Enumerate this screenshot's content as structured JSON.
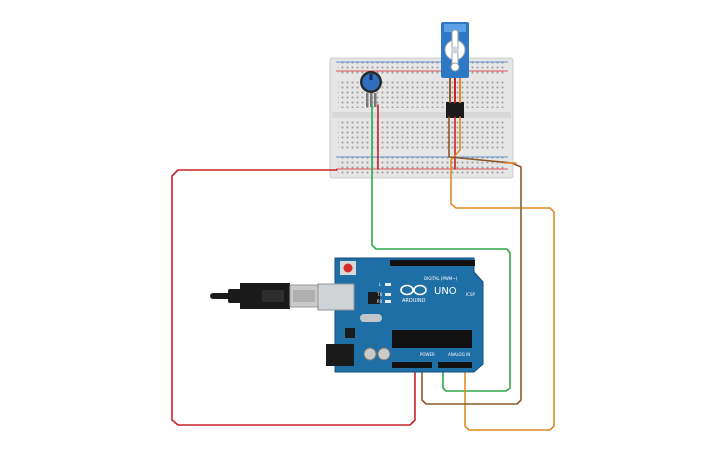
{
  "colors": {
    "background": "#ffffff",
    "breadboard": "#e6e6e6",
    "breadboard_hole": "#9a9a9a",
    "rail_red": "#d9262a",
    "rail_blue": "#3a7ac8",
    "arduino_pcb": "#1e6fa6",
    "servo_body": "#2f78c6",
    "wire_red": "#cc2229",
    "wire_green": "#2fa84a",
    "wire_orange": "#e28a25",
    "wire_brown": "#8b5a2b",
    "usb_cable": "#1a1a1a",
    "usb_plug": "#c9c9c9"
  },
  "arduino": {
    "logo_text": "ARDUINO",
    "model_text": "UNO",
    "digital_label": "DIGITAL (PWM~)",
    "power_label": "POWER",
    "analog_label": "ANALOG IN",
    "led_labels": [
      "L",
      "TX",
      "RX"
    ],
    "icsp_label": "ICSP"
  },
  "components": {
    "potentiometer": "potentiometer-icon",
    "servo": "servo-motor-icon",
    "usb": "usb-cable-icon",
    "reset": "reset-button-icon"
  }
}
